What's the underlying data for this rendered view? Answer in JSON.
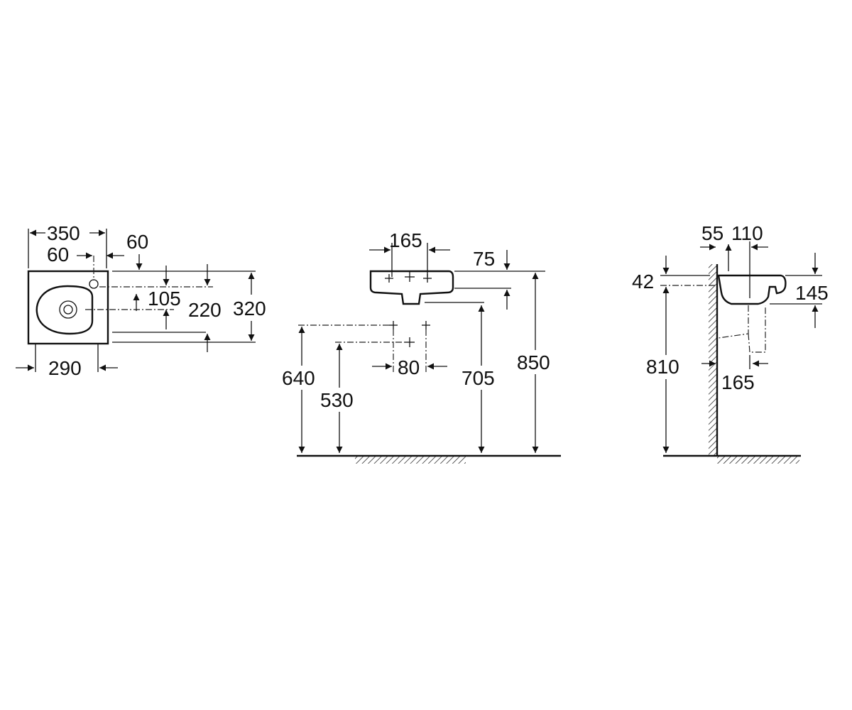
{
  "views": {
    "top": {
      "labels": [
        "350",
        "60",
        "60",
        "105",
        "220",
        "320",
        "290"
      ]
    },
    "front": {
      "labels": [
        "165",
        "75",
        "850",
        "640",
        "530",
        "80",
        "705"
      ]
    },
    "side": {
      "labels": [
        "55",
        "110",
        "42",
        "145",
        "810",
        "165"
      ]
    }
  }
}
